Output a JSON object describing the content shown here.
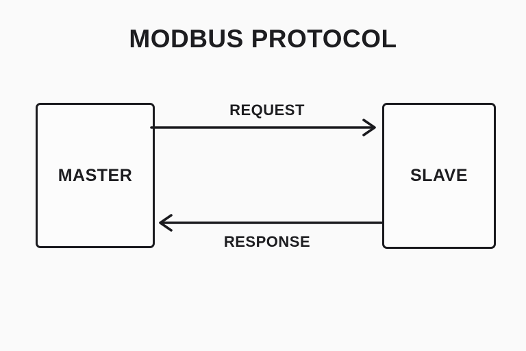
{
  "diagram": {
    "title": "MODBUS PROTOCOL",
    "nodes": [
      {
        "id": "master",
        "label": "MASTER"
      },
      {
        "id": "slave",
        "label": "SLAVE"
      }
    ],
    "edges": [
      {
        "from": "master",
        "to": "slave",
        "label": "REQUEST",
        "direction": "right",
        "label_position": "above"
      },
      {
        "from": "slave",
        "to": "master",
        "label": "RESPONSE",
        "direction": "left",
        "label_position": "below"
      }
    ],
    "colors": {
      "background": "#fafafa",
      "stroke": "#1a1a1e",
      "text": "#1d1d20"
    }
  }
}
